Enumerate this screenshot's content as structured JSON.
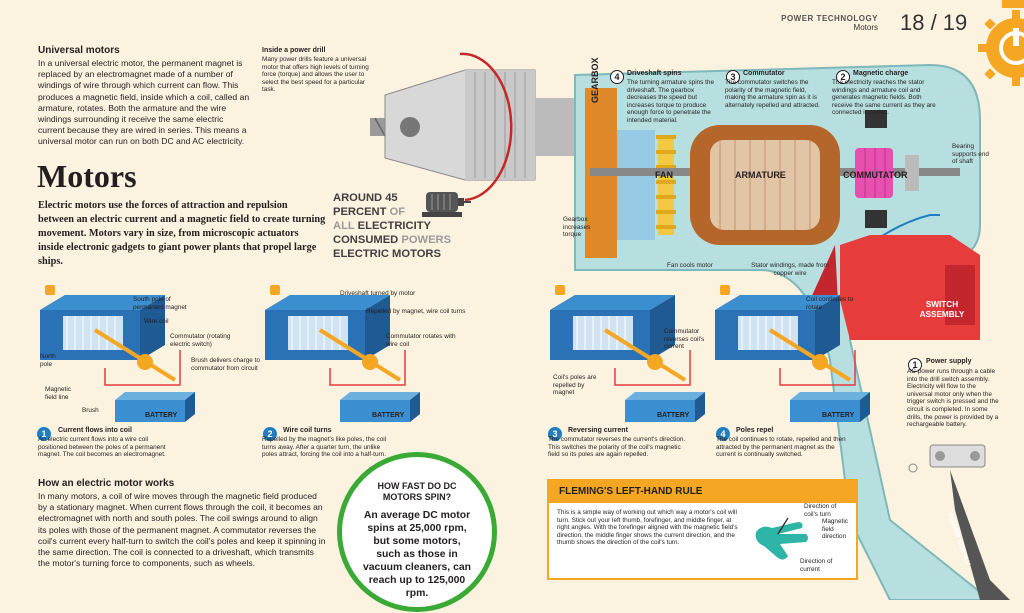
{
  "header": {
    "section": "POWER TECHNOLOGY",
    "subsection": "Motors",
    "page": "18 / 19"
  },
  "universal": {
    "title": "Universal motors",
    "text": "In a universal electric motor, the permanent magnet is replaced by an electromagnet made of a number of windings of wire through which current can flow. This produces a magnetic field, inside which a coil, called an armature, rotates. Both the armature and the wire windings surrounding it receive the same electric current because they are wired in series. This means a universal motor can run on both DC and AC electricity."
  },
  "drill_intro": {
    "title": "Inside a power drill",
    "text": "Many power drills feature a universal motor that offers high levels of turning force (torque) and allows the user to select the best speed for a particular task."
  },
  "main": {
    "title": "Motors",
    "intro": "Electric motors use the forces of attraction and repulsion between an electric current and a magnetic field to create turning movement. Motors vary in size, from microscopic actuators inside electronic gadgets to giant power plants that propel large ships."
  },
  "stat": {
    "line1": "AROUND 45",
    "line2a": "PERCENT",
    "line2b": "OF",
    "line3a": "ALL",
    "line3b": "ELECTRICITY",
    "line4a": "CONSUMED",
    "line4b": "POWERS",
    "line5": "ELECTRIC MOTORS"
  },
  "drill": {
    "gearbox": "GEARBOX",
    "fan": "FAN",
    "armature": "ARMATURE",
    "commutator": "COMMUTATOR",
    "switch": "SWITCH ASSEMBLY",
    "power": "POWER SUPPLY",
    "c4_title": "Driveshaft spins",
    "c4_text": "The turning armature spins the driveshaft. The gearbox decreases the speed but increases torque to produce enough force to penetrate the intended material.",
    "c3_title": "Commutator",
    "c3_text": "The commutator switches the polarity of the magnetic field, making the armature spin as it is alternately repelled and attracted.",
    "c2_title": "Magnetic charge",
    "c2_text": "The electricity reaches the stator windings and armature coil and generates magnetic fields. Both receive the same current as they are connected in series.",
    "c1_title": "Power supply",
    "c1_text": "AC power runs through a cable into the drill switch assembly. Electricity will flow to the universal motor only when the trigger switch is pressed and the circuit is completed. In some drills, the power is provided by a rechargeable battery.",
    "bearing": "Bearing supports end of shaft",
    "gearbox_note": "Gearbox increases torque",
    "fan_note": "Fan cools motor",
    "stator_note": "Stator windings, made from copper wire"
  },
  "diagrams": {
    "battery": "BATTERY",
    "d1_labels": {
      "south": "South pole of permanent magnet",
      "wire": "Wire coil",
      "comm": "Commutator (rotating electric switch)",
      "north": "North pole",
      "brush_charge": "Brush delivers charge to commutator from circuit",
      "field": "Magnetic field line",
      "brush": "Brush"
    },
    "d2_labels": {
      "drive": "Driveshaft turned by motor",
      "repelled": "Repelled by magnet, wire coil turns",
      "comm": "Commutator rotates with wire coil"
    },
    "d3_labels": {
      "reverse": "Commutator reverses coil's current",
      "poles": "Coil's poles are repelled by magnet"
    },
    "d4_labels": {
      "continues": "Coil continues to rotate"
    },
    "s1_title": "Current flows into coil",
    "s1_text": "An electric current flows into a wire coil positioned between the poles of a permanent magnet. The coil becomes an electromagnet.",
    "s2_title": "Wire coil turns",
    "s2_text": "Repelled by the magnet's like poles, the coil turns away. After a quarter turn, the unlike poles attract, forcing the coil into a half-turn.",
    "s3_title": "Reversing current",
    "s3_text": "The commutator reverses the current's direction. This switches the polarity of the coil's magnetic field so its poles are again repelled.",
    "s4_title": "Poles repel",
    "s4_text": "The coil continues to rotate, repelled and then attracted by the permanent magnet as the current is continually switched."
  },
  "how": {
    "title": "How an electric motor works",
    "text": "In many motors, a coil of wire moves through the magnetic field produced by a stationary magnet. When current flows through the coil, it becomes an electromagnet with north and south poles. The coil swings around to align its poles with those of the permanent magnet. A commutator reverses the coil's current every half-turn to switch the coil's poles and keep it spinning in the same direction. The coil is connected to a driveshaft, which transmits the motor's turning force to components, such as wheels."
  },
  "fast": {
    "title": "HOW FAST DO DC MOTORS SPIN?",
    "text": "An average DC motor spins at 25,000 rpm, but some motors, such as those in vacuum cleaners, can reach up to 125,000 rpm."
  },
  "fleming": {
    "title": "FLEMING'S LEFT-HAND RULE",
    "text": "This is a simple way of working out which way a motor's coil will turn. Stick out your left thumb, forefinger, and middle finger, at right angles. With the forefinger aligned with the magnetic field's direction, the middle finger shows the current direction, and the thumb shows the direction of the coil's turn.",
    "coil_turn": "Direction of coil's turn",
    "field": "Magnetic field direction",
    "current": "Direction of current"
  },
  "colors": {
    "accent": "#f5a623",
    "blue": "#1f7fc1",
    "red": "#e63c3c",
    "green": "#3aa935"
  }
}
